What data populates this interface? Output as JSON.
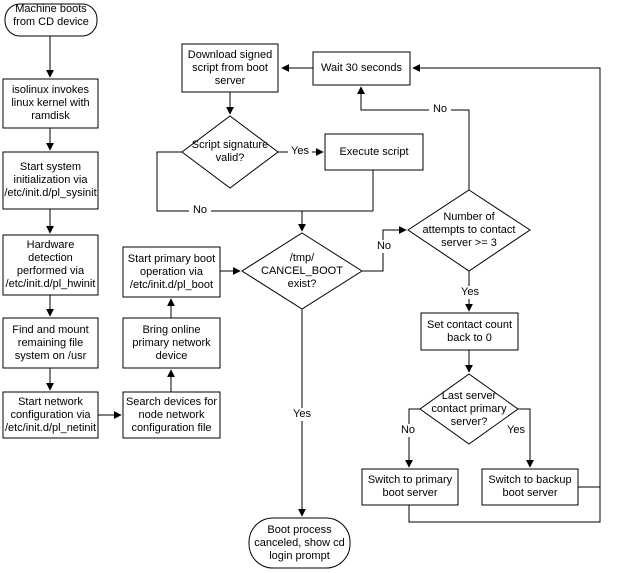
{
  "colors": {
    "background": "#ffffff",
    "line": "#000000",
    "text": "#000000"
  },
  "diagram_type": "flowchart",
  "nodes": {
    "start": {
      "shape": "terminator",
      "label": "Machine boots\nfrom CD device"
    },
    "isolinux": {
      "shape": "process",
      "label": "isolinux invokes\nlinux kernel with\nramdisk"
    },
    "sysinit": {
      "shape": "process",
      "label": "Start system\ninitialization via\n/etc/init.d/pl_sysinit"
    },
    "hwinit": {
      "shape": "process",
      "label": "Hardware\ndetection\nperformed via\n/etc/init.d/pl_hwinit"
    },
    "findmount": {
      "shape": "process",
      "label": "Find and mount\nremaining file\nsystem on /usr"
    },
    "netinit": {
      "shape": "process",
      "label": "Start network\nconfiguration via\n/etc/init.d/pl_netinit"
    },
    "search": {
      "shape": "process",
      "label": "Search devices for\nnode network\nconfiguration file"
    },
    "bring": {
      "shape": "process",
      "label": "Bring online\nprimary network\ndevice"
    },
    "plboot": {
      "shape": "process",
      "label": "Start primary boot\noperation via\n/etc/init.d/pl_boot"
    },
    "download": {
      "shape": "process",
      "label": "Download signed\nscript from boot\nserver"
    },
    "wait30": {
      "shape": "process",
      "label": "Wait 30 seconds"
    },
    "sig_valid": {
      "shape": "decision",
      "label": "Script signature\nvalid?"
    },
    "execute": {
      "shape": "process",
      "label": "Execute script"
    },
    "cancel_boot": {
      "shape": "decision",
      "label": "/tmp/\nCANCEL_BOOT\nexist?"
    },
    "attempts": {
      "shape": "decision",
      "label": "Number of\nattempts to contact\nserver >= 3"
    },
    "set_count": {
      "shape": "process",
      "label": "Set contact count\nback to 0"
    },
    "last_server": {
      "shape": "decision",
      "label": "Last server\ncontact primary\nserver?"
    },
    "sw_primary": {
      "shape": "process",
      "label": "Switch to primary\nboot server"
    },
    "sw_backup": {
      "shape": "process",
      "label": "Switch to backup\nboot server"
    },
    "end": {
      "shape": "terminator",
      "label": "Boot process\ncanceled, show cd\nlogin prompt"
    }
  },
  "edge_labels": {
    "sig_yes": "Yes",
    "sig_no": "No",
    "cancel_no": "No",
    "cancel_yes": "Yes",
    "attempts_no": "No",
    "attempts_yes": "Yes",
    "last_no": "No",
    "last_yes": "Yes"
  }
}
